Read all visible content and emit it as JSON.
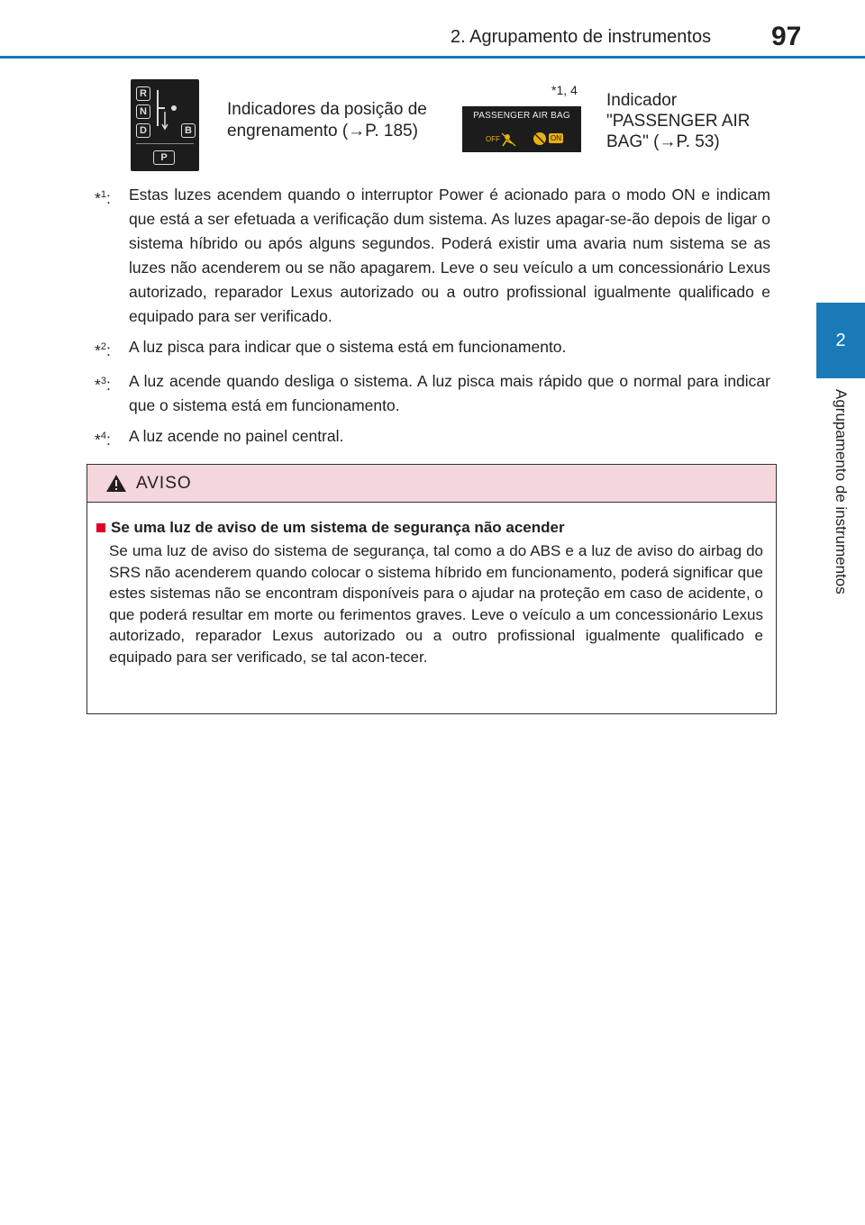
{
  "header": {
    "section_title": "2. Agrupamento de instrumentos",
    "page_number": "97"
  },
  "side_tab": {
    "number": "2",
    "label": "Agrupamento de instrumentos"
  },
  "indicators": {
    "gear": {
      "caption": "Indicadores da posição de engrenamento (→P. 185)",
      "letters": [
        "R",
        "N",
        "D",
        "B",
        "P"
      ]
    },
    "airbag": {
      "reference": "*1, 4",
      "panel_label": "PASSENGER  AIR BAG",
      "off_text": "OFF",
      "on_text": "ON",
      "caption": "Indicador \"PASSENGER AIR BAG\" (→P. 53)"
    }
  },
  "footnotes": [
    {
      "mark": "*",
      "num": "1",
      "text": "Estas luzes acendem quando o interruptor Power é acionado para o modo ON e indicam que está a ser efetuada a verificação dum sistema. As luzes apagar-se-ão depois de ligar o sistema híbrido ou após alguns segundos. Poderá existir uma avaria num sistema se as luzes não acenderem ou se não apagarem. Leve o seu veículo a um concessionário Lexus autorizado, reparador Lexus autorizado ou a outro profissional igualmente qualificado e equipado para ser verificado."
    },
    {
      "mark": "*",
      "num": "2",
      "text": "A luz pisca para indicar que o sistema está em funcionamento."
    },
    {
      "mark": "*",
      "num": "3",
      "text": "A luz acende quando desliga o sistema. A luz pisca mais rápido que o normal para indicar que o sistema está em funcionamento."
    },
    {
      "mark": "*",
      "num": "4",
      "text": "A luz acende no painel central."
    }
  ],
  "warning": {
    "title": "AVISO",
    "subtitle": "Se uma luz de aviso de um sistema de segurança não acender",
    "body": "Se uma luz de aviso do sistema de segurança, tal como a do ABS e a luz de aviso do airbag do SRS não acenderem quando colocar o sistema híbrido em funcionamento, poderá significar que estes sistemas não se encontram disponíveis para o ajudar na proteção em caso de acidente, o que poderá resultar em morte ou ferimentos graves. Leve o veículo a um concessionário Lexus autorizado, reparador Lexus autorizado ou a outro profissional igualmente qualificado e equipado para ser verificado, se tal acon-tecer."
  },
  "colors": {
    "accent": "#1a7ab8",
    "warning_header": "#f4d6dd",
    "bullet": "#e1002a"
  }
}
